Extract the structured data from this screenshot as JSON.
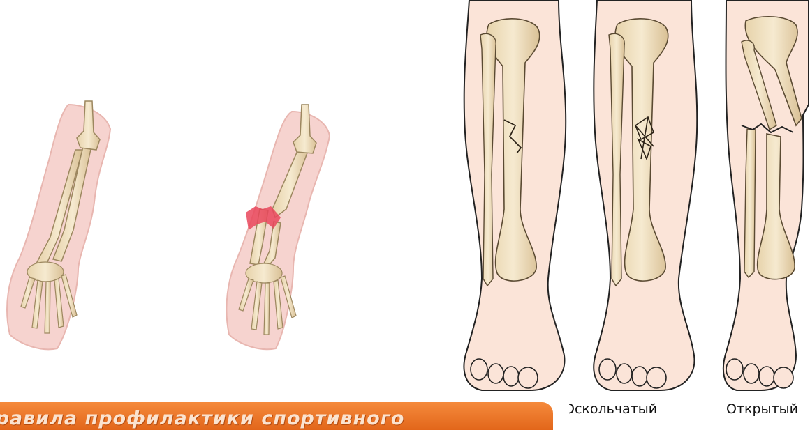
{
  "captions": [
    "Оскольчатый",
    "Открытый"
  ],
  "banner": "Правила профилактики спортивного",
  "colors": {
    "skin": "#f6d3cf",
    "skin_leg": "#fbe4d8",
    "bone": "#f1e1c0",
    "bone_outline": "#8a7757",
    "injury": "#e9465c",
    "banner": "#ec7526"
  }
}
